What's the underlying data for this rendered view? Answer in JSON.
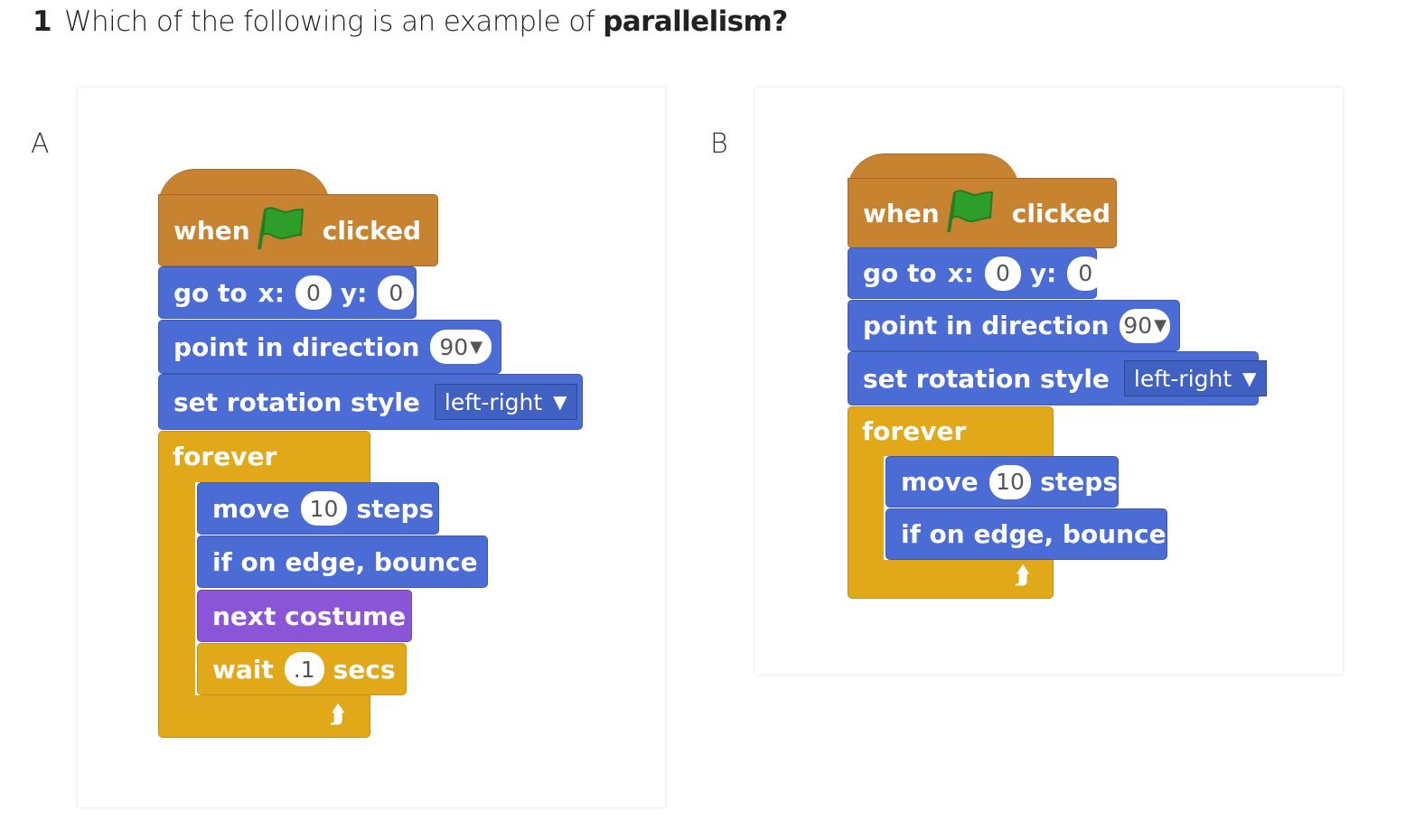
{
  "question": {
    "number": "1",
    "text": "Which of the following is an example of",
    "emphasis": "parallelism?"
  },
  "options": [
    {
      "letter": "A",
      "blocks": {
        "hat": {
          "when": "when",
          "clicked": "clicked",
          "icon": "green-flag-icon"
        },
        "goto": {
          "label": "go to",
          "x_label": "x:",
          "x": "0",
          "y_label": "y:",
          "y": "0"
        },
        "point": {
          "label": "point in direction",
          "value": "90"
        },
        "rotation": {
          "label": "set rotation style",
          "value": "left-right"
        },
        "forever": "forever",
        "move": {
          "label": "move",
          "value": "10",
          "unit": "steps"
        },
        "bounce": "if on edge, bounce",
        "costume": "next costume",
        "wait": {
          "label": "wait",
          "value": ".1",
          "unit": "secs"
        }
      }
    },
    {
      "letter": "B",
      "blocks": {
        "hat": {
          "when": "when",
          "clicked": "clicked",
          "icon": "green-flag-icon"
        },
        "goto": {
          "label": "go to",
          "x_label": "x:",
          "x": "0",
          "y_label": "y:",
          "y": "0"
        },
        "point": {
          "label": "point in direction",
          "value": "90"
        },
        "rotation": {
          "label": "set rotation style",
          "value": "left-right"
        },
        "forever": "forever",
        "move": {
          "label": "move",
          "value": "10",
          "unit": "steps"
        },
        "bounce": "if on edge, bounce"
      }
    }
  ],
  "colors": {
    "event": "#c88330",
    "motion": "#4a6cd4",
    "looks": "#8a55d7",
    "control": "#e1a91a",
    "flag": "#2e9e2a"
  }
}
